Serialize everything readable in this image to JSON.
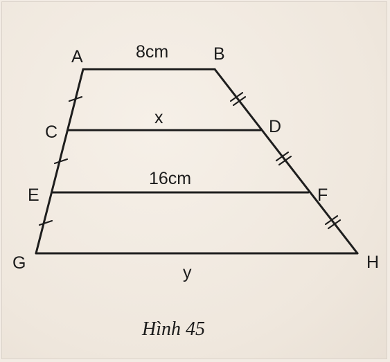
{
  "points": {
    "A": "A",
    "B": "B",
    "C": "C",
    "D": "D",
    "E": "E",
    "F": "F",
    "G": "G",
    "H": "H"
  },
  "measures": {
    "ab": "8cm",
    "cd": "x",
    "ef": "16cm",
    "gh": "y"
  },
  "caption": "Hình 45"
}
